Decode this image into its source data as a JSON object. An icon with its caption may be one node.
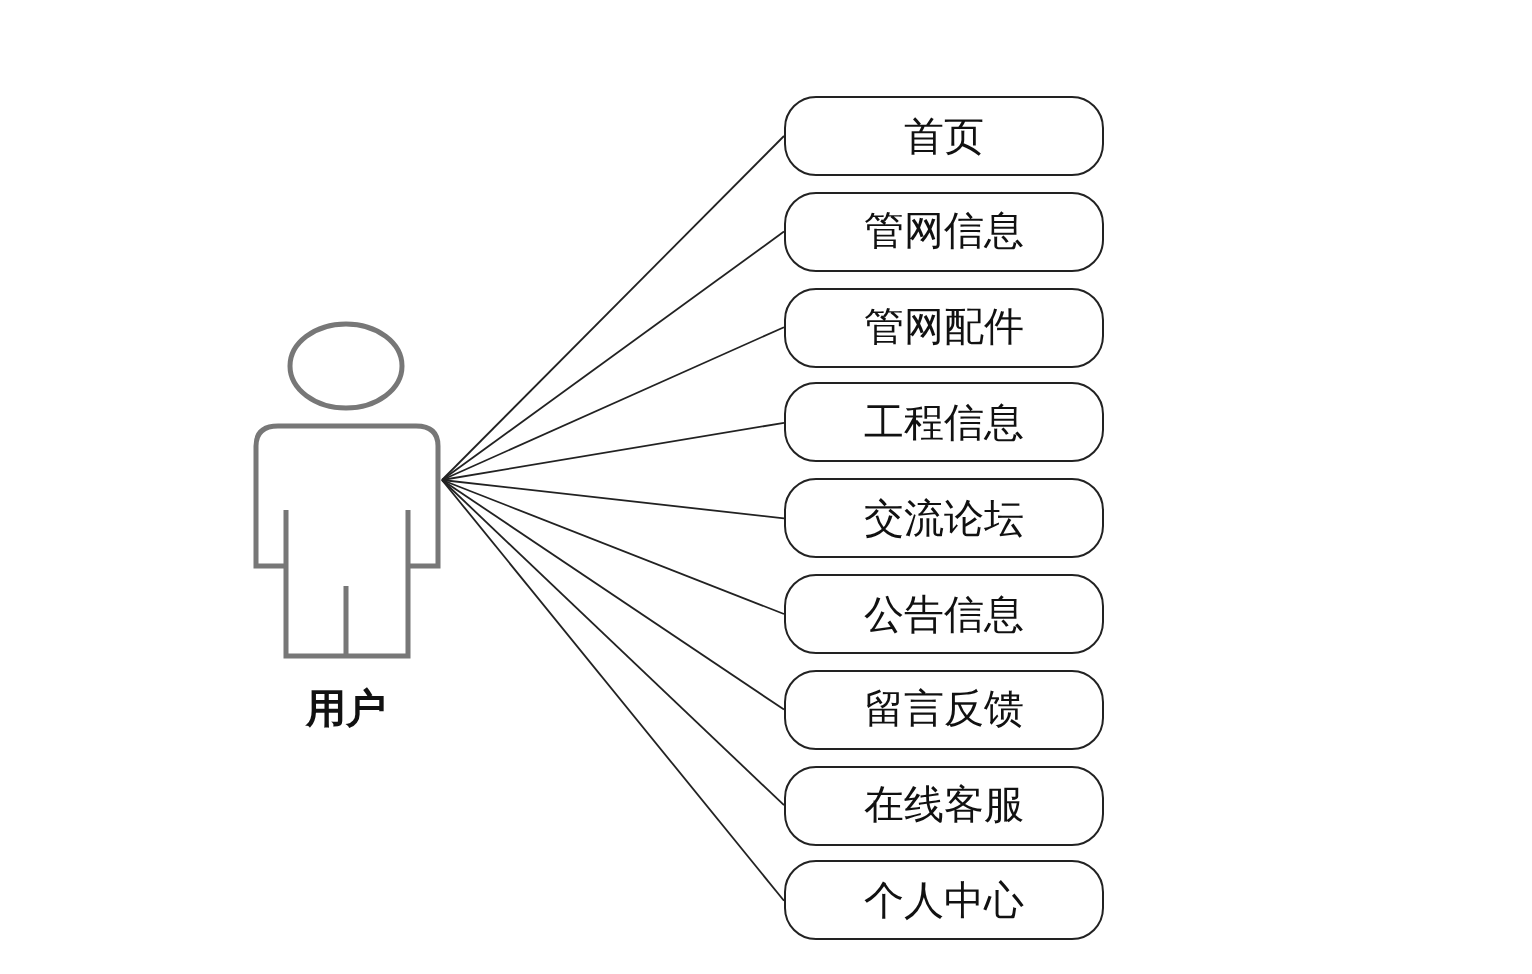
{
  "diagram": {
    "nodes": [
      {
        "text": [
          "用户"
        ]
      },
      {
        "text": [
          "首页"
        ]
      },
      {
        "text": [
          "管网信息"
        ]
      },
      {
        "text": [
          "管网配件"
        ]
      },
      {
        "text": [
          "工程信息"
        ]
      },
      {
        "text": [
          "交流论坛"
        ]
      },
      {
        "text": [
          "公告信息"
        ]
      },
      {
        "text": [
          "留言反馈"
        ]
      },
      {
        "text": [
          "在线客服"
        ]
      },
      {
        "text": [
          "个人中心"
        ]
      }
    ],
    "edges": [
      {
        "from": 0,
        "to": 1,
        "arrow": "none"
      },
      {
        "from": 0,
        "to": 2,
        "arrow": "none"
      },
      {
        "from": 0,
        "to": 3,
        "arrow": "none"
      },
      {
        "from": 0,
        "to": 4,
        "arrow": "none"
      },
      {
        "from": 0,
        "to": 5,
        "arrow": "none"
      },
      {
        "from": 0,
        "to": 6,
        "arrow": "none"
      },
      {
        "from": 0,
        "to": 7,
        "arrow": "none"
      },
      {
        "from": 0,
        "to": 8,
        "arrow": "none"
      },
      {
        "from": 0,
        "to": 9,
        "arrow": "none"
      }
    ]
  }
}
